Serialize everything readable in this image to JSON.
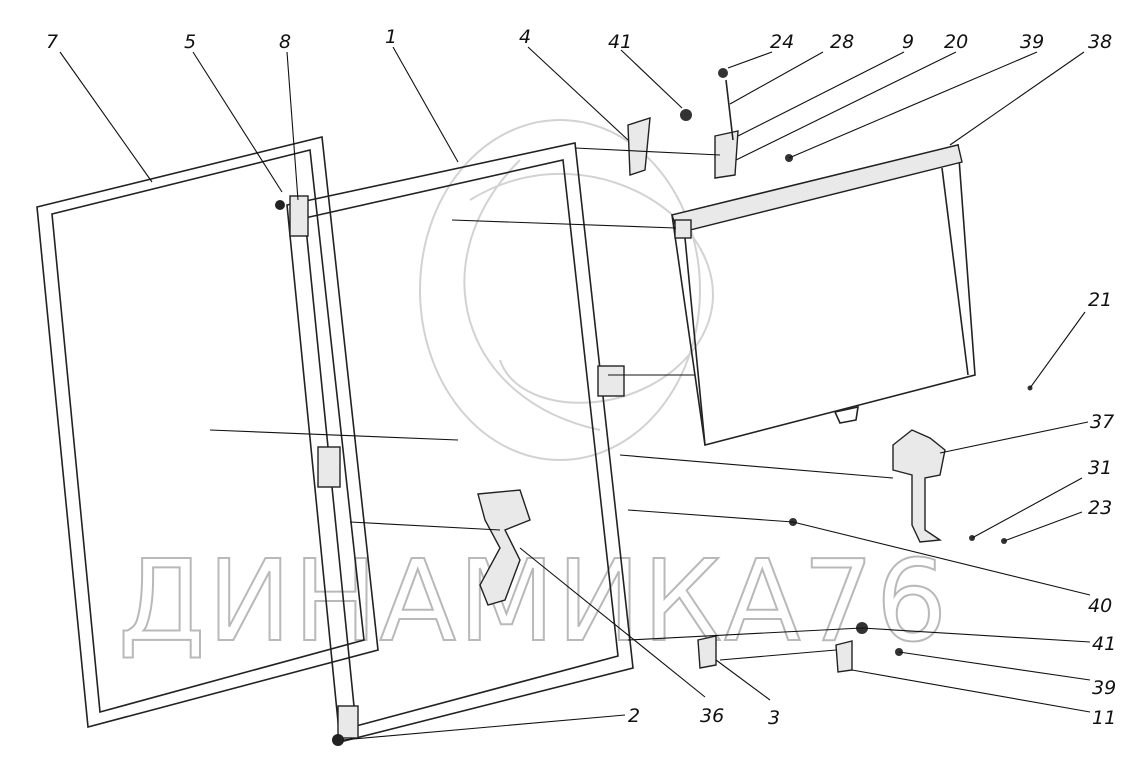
{
  "diagram": {
    "callouts": [
      "7",
      "5",
      "8",
      "1",
      "4",
      "41",
      "24",
      "28",
      "9",
      "20",
      "39",
      "38",
      "21",
      "37",
      "31",
      "23",
      "40",
      "41",
      "39",
      "11",
      "2",
      "36",
      "3"
    ],
    "watermark": "ДИНАМИКА76"
  }
}
